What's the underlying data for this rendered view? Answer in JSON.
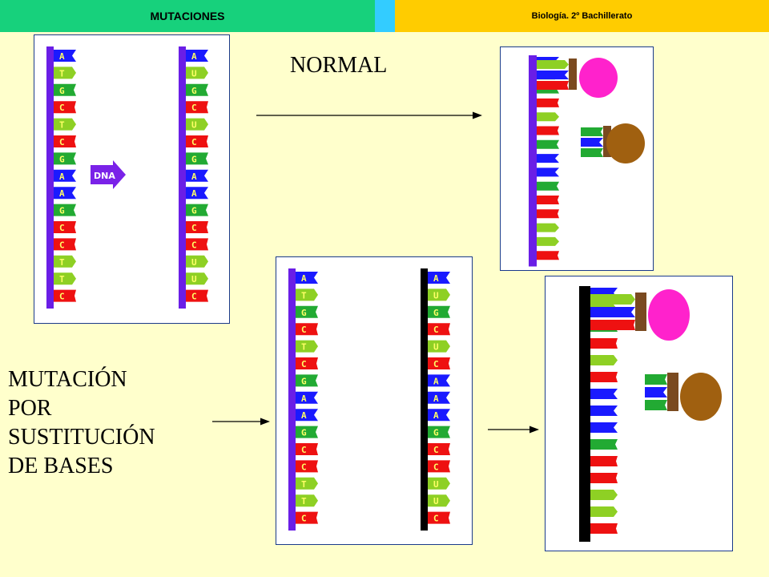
{
  "header": {
    "title": "MUTACIONES",
    "subtitle": "Biología. 2º Bachillerato"
  },
  "labels": {
    "normal": "NORMAL",
    "mutation_lines": [
      "MUTACIÓN",
      "POR",
      "SUSTITUCIÓN",
      "DE BASES"
    ]
  },
  "diagram_normal": {
    "dna_label": "DNA",
    "dna_bases": [
      "A",
      "T",
      "G",
      "C",
      "T",
      "C",
      "G",
      "A",
      "A",
      "G",
      "C",
      "C",
      "T",
      "T",
      "C"
    ],
    "rna_bases": [
      "A",
      "U",
      "G",
      "C",
      "U",
      "C",
      "G",
      "A",
      "A",
      "G",
      "C",
      "C",
      "U",
      "U",
      "C"
    ]
  },
  "diagram_mutated": {
    "dna_bases": [
      "A",
      "T",
      "G",
      "C",
      "T",
      "C",
      "G",
      "A",
      "A",
      "G",
      "C",
      "C",
      "T",
      "T",
      "C"
    ],
    "rna_bases": [
      "A",
      "U",
      "G",
      "C",
      "U",
      "C",
      "A",
      "A",
      "A",
      "G",
      "C",
      "C",
      "U",
      "U",
      "C"
    ]
  },
  "colors": {
    "A": "#1a1aff",
    "T": "#8ed024",
    "U": "#8ed024",
    "G": "#22aa33",
    "C": "#ee1111",
    "dna_backbone": "#6a1ee6",
    "mutant_backbone": "#000000",
    "ribosome_large": "#ff22cc",
    "ribosome_small": "#a06010",
    "linker": "#7a4a20",
    "letter": "#ffff66"
  }
}
